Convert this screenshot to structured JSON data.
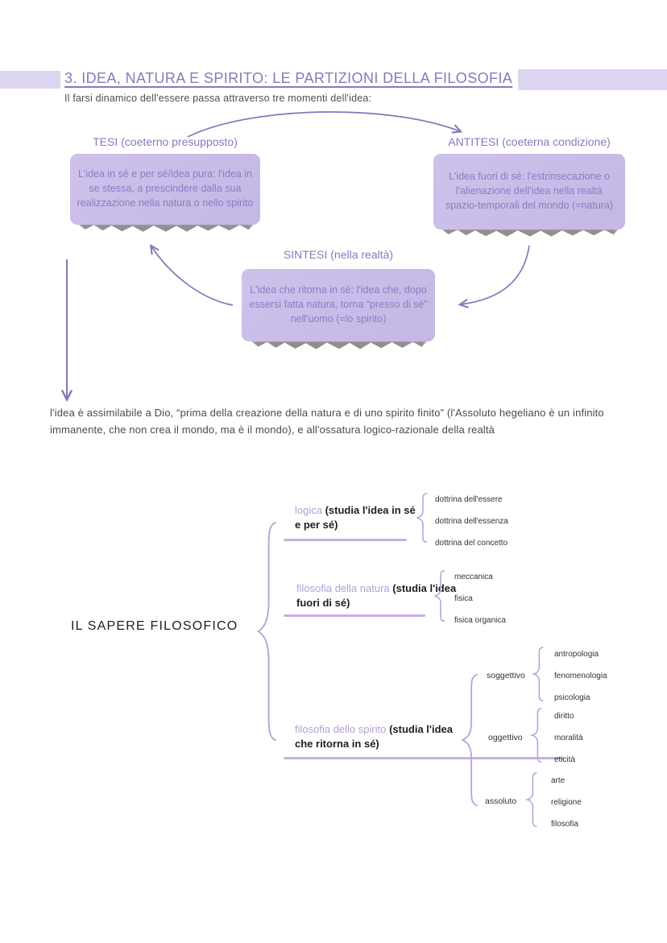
{
  "header": {
    "title": "3. IDEA, NATURA E SPIRITO: LE PARTIZIONI DELLA FILOSOFIA",
    "subtitle": "Il farsi dinamico dell'essere passa attraverso tre momenti dell'idea:"
  },
  "cycle": {
    "tesi": {
      "heading": "TESI (coeterno presupposto)",
      "body": "L'idea in sé e per sé/idea pura: l'idea in se stessa, a prescindere dalla sua realizzazione nella natura o nello spirito"
    },
    "antitesi": {
      "heading": "ANTITESI (coeterna condizione)",
      "body": "L'idea fuori di sé: l'estrinsecazione o l'alienazione dell'idea nella realtà spazio-temporali del mondo (=natura)"
    },
    "sintesi": {
      "heading": "SINTESI (nella realtà)",
      "body": "L'idea che ritorna in sé: l'idea che, dopo essersi fatta natura, torna “presso di sé” nell'uomo (=lo spirito)"
    }
  },
  "note": {
    "text": "l'idea è assimilabile a Dio, “prima della creazione della natura e di uno spirito finito” (l'Assoluto hegeliano è un infinito immanente, che non crea il mondo, ma è il mondo), e all'ossatura logico-razionale della realtà"
  },
  "tree": {
    "root": "IL SAPERE FILOSOFICO",
    "branches": [
      {
        "name": "logica",
        "suffix": "(studia l'idea in sé e per sé)",
        "children": [
          "dottrina dell'essere",
          "dottrina dell'essenza",
          "dottrina del concetto"
        ]
      },
      {
        "name": "filosofia della natura",
        "suffix": "(studia l'idea fuori di sé)",
        "children": [
          "meccanica",
          "fisica",
          "fisica organica"
        ]
      },
      {
        "name": "filosofia dello spirito",
        "suffix": "(studia l'idea che ritorna in sé)",
        "groups": [
          {
            "name": "soggettivo",
            "children": [
              "antropologia",
              "fenomenologia",
              "psicologia"
            ]
          },
          {
            "name": "oggettivo",
            "children": [
              "diritto",
              "moralità",
              "eticità"
            ]
          },
          {
            "name": "assoluto",
            "children": [
              "arte",
              "religione",
              "filosofia"
            ]
          }
        ]
      }
    ]
  },
  "colors": {
    "accent_purple": "#8a78bc",
    "card_fill": "#c9bce8",
    "card_text": "#8d7bc2",
    "tree_name_purple": "#b59dd8",
    "highlight_bar": "#ddd5f2",
    "arrow": "#8676b8",
    "brace": "#b9a3da",
    "body_text": "#4a4a4a"
  }
}
